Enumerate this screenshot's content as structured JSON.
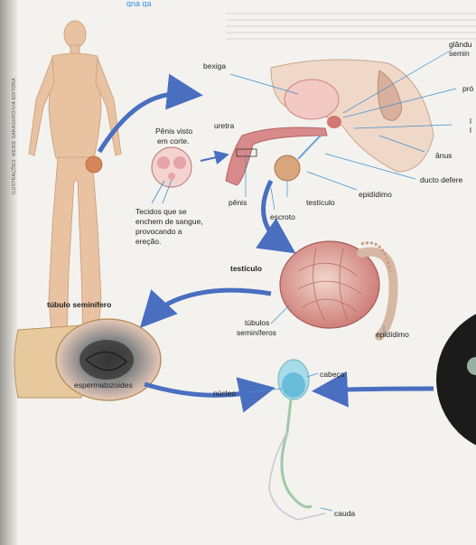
{
  "header_fragment": "gna ga",
  "credit": "ILUSTRAÇÕES: WEIDE SARAGURO/VIA EDITORA",
  "labels": {
    "glandula": "glându",
    "seminal": "semin",
    "prostata": "pró",
    "bexiga": "bexiga",
    "uretra": "uretra",
    "penis_corte_1": "Pênis visto",
    "penis_corte_2": "em corte.",
    "tecidos_1": "Tecidos que se",
    "tecidos_2": "enchem de sangue,",
    "tecidos_3": "provocando a",
    "tecidos_4": "ereção.",
    "anus": "ânus",
    "ducto": "ducto defere",
    "penis": "pênis",
    "testiculo": "testículo",
    "epididimo": "epidídimo",
    "escroto": "escroto",
    "testiculo_heading": "testículo",
    "tubulo_heading": "túbulo seminífero",
    "tubulos_1": "túbulos",
    "tubulos_2": "seminíferos",
    "epididimo_2": "epidídimo",
    "espermatozoides": "espermatozoides",
    "nucleo": "núcleo",
    "cabeca": "cabeça",
    "cauda": "cauda",
    "edge_l": "l",
    "edge_l2": "l"
  },
  "colors": {
    "skin": "#e9c2a2",
    "organ_pink": "#e3a6a6",
    "testis": "#d9a57a",
    "tubule": "#e9b9b0",
    "arrow_blue": "#4a6fc0",
    "sperm_head": "#9ed6e6",
    "label_line": "#3b8fd0"
  }
}
